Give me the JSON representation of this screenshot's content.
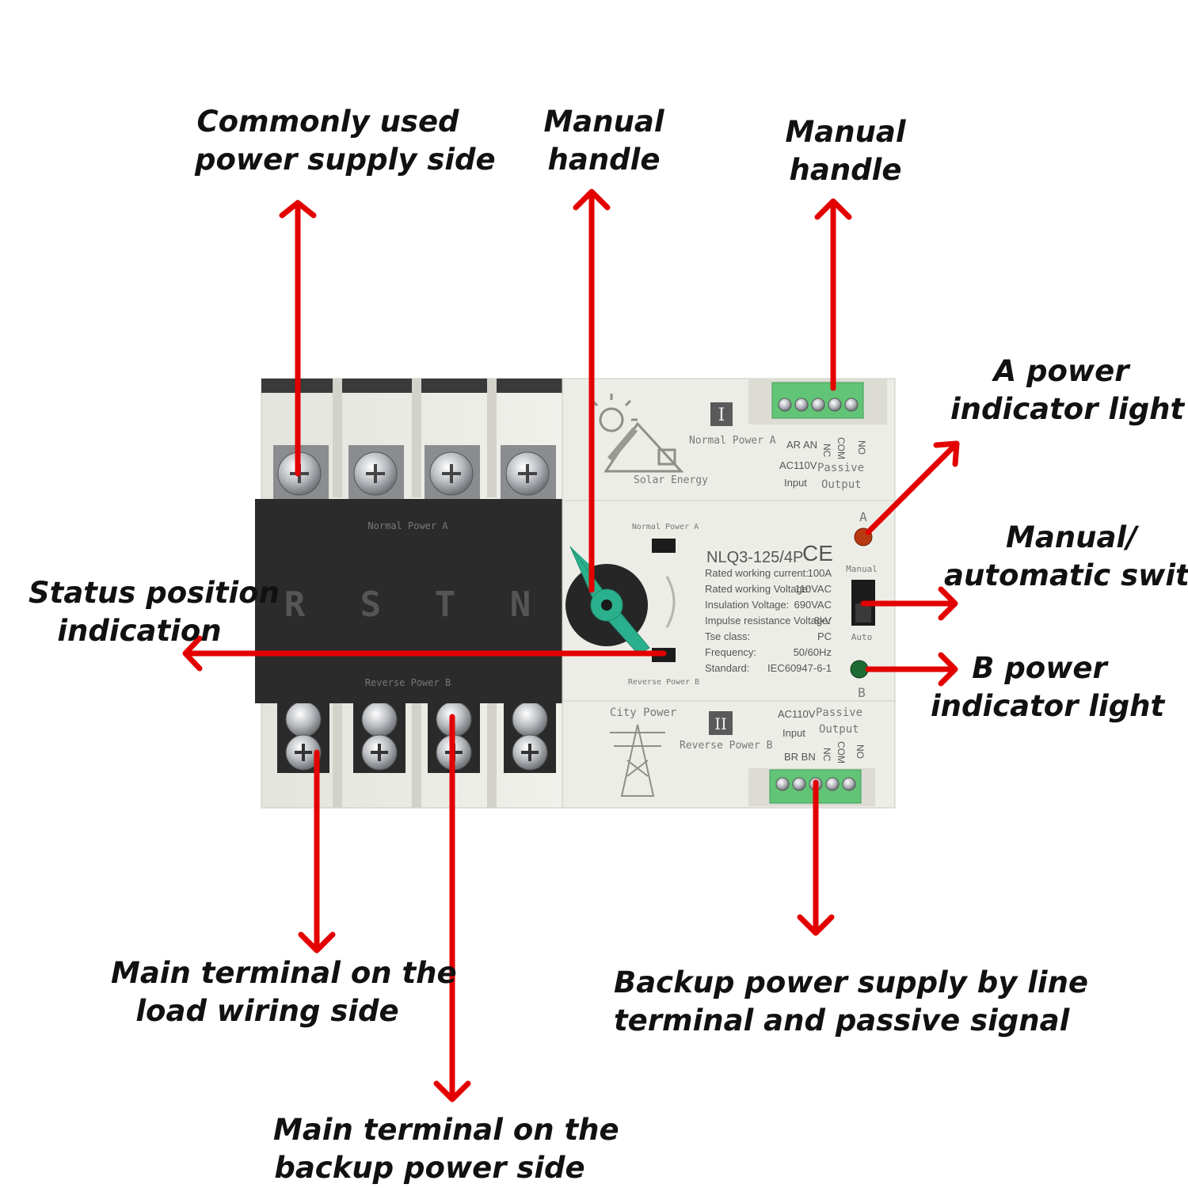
{
  "callouts": {
    "common_supply": [
      "Commonly used",
      "power supply side"
    ],
    "manual_handle_1": [
      "Manual",
      "handle"
    ],
    "manual_handle_2": [
      "Manual",
      "handle"
    ],
    "a_indicator": [
      "A power",
      "indicator light"
    ],
    "mode_switch": [
      "Manual/",
      "automatic switch"
    ],
    "status_position": [
      "Status position",
      "indication"
    ],
    "b_indicator": [
      "B power",
      "indicator light"
    ],
    "load_terminal": [
      "Main terminal on the",
      "load wiring side"
    ],
    "backup_signal": [
      "Backup power supply by line",
      "terminal and passive signal"
    ],
    "backup_terminal": [
      "Main terminal on the",
      "backup power side"
    ]
  },
  "device": {
    "phases": [
      "R",
      "S",
      "T",
      "N"
    ],
    "normal_power_a": "Normal Power A",
    "reverse_power_b": "Reverse Power B",
    "solar_energy": "Solar Energy",
    "city_power": "City Power",
    "roman_1": "I",
    "roman_2": "II",
    "top_terminal_ab": "AR AN",
    "top_terminal_nc_com_no": [
      "NC",
      "COM",
      "NO"
    ],
    "bottom_terminal_ab": "BR BN",
    "ac110v": "AC110V",
    "input": "Input",
    "passive": "Passive",
    "output": "Output",
    "model": "NLQ3-125/4P",
    "ce_mark": "CE",
    "spec_rows": [
      {
        "k": "Rated working current:",
        "v": "100A"
      },
      {
        "k": "Rated working Voltage:",
        "v": "110VAC"
      },
      {
        "k": "Insulation Voltage:",
        "v": "690VAC"
      },
      {
        "k": "Impulse resistance Voltage:",
        "v": "8kV"
      },
      {
        "k": "Tse class:",
        "v": "PC"
      },
      {
        "k": "Frequency:",
        "v": "50/60Hz"
      },
      {
        "k": "Standard:",
        "v": "IEC60947-6-1"
      }
    ],
    "a_mark": "A",
    "b_mark": "B",
    "manual": "Manual",
    "auto": "Auto"
  },
  "colors": {
    "arrow": "#e30000",
    "device_body": "#ecece6",
    "front_panel": "#2b2b2c",
    "handle": "#2bb08d",
    "terminal_green": "#62c476",
    "led_a": "#b83a12",
    "led_b": "#1d6b33"
  }
}
